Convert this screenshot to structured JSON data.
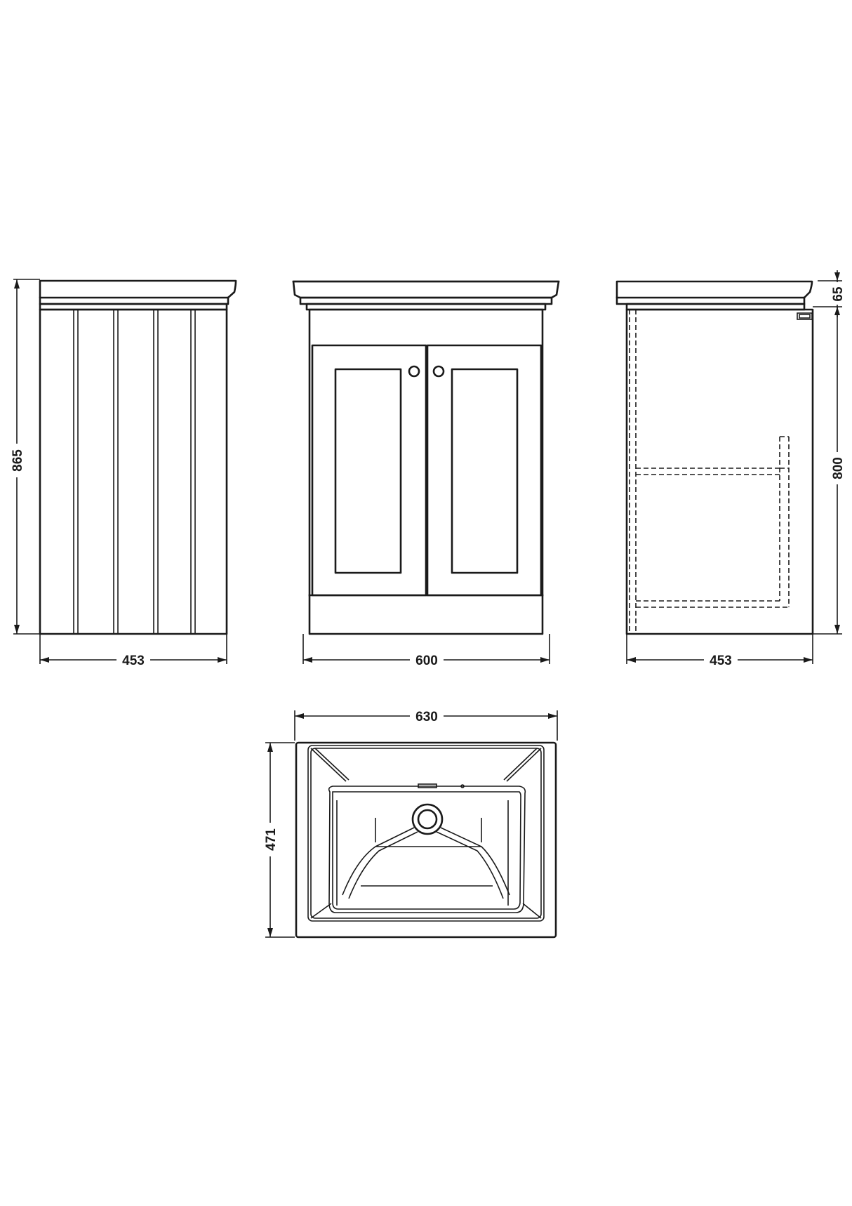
{
  "dimensions": {
    "side_left_width": "453",
    "front_width": "600",
    "side_right_width": "453",
    "overall_height": "865",
    "basin_height": "65",
    "cabinet_height": "800",
    "basin_width": "630",
    "basin_depth": "471"
  },
  "colors": {
    "line": "#1a1a1a",
    "background": "#ffffff"
  }
}
